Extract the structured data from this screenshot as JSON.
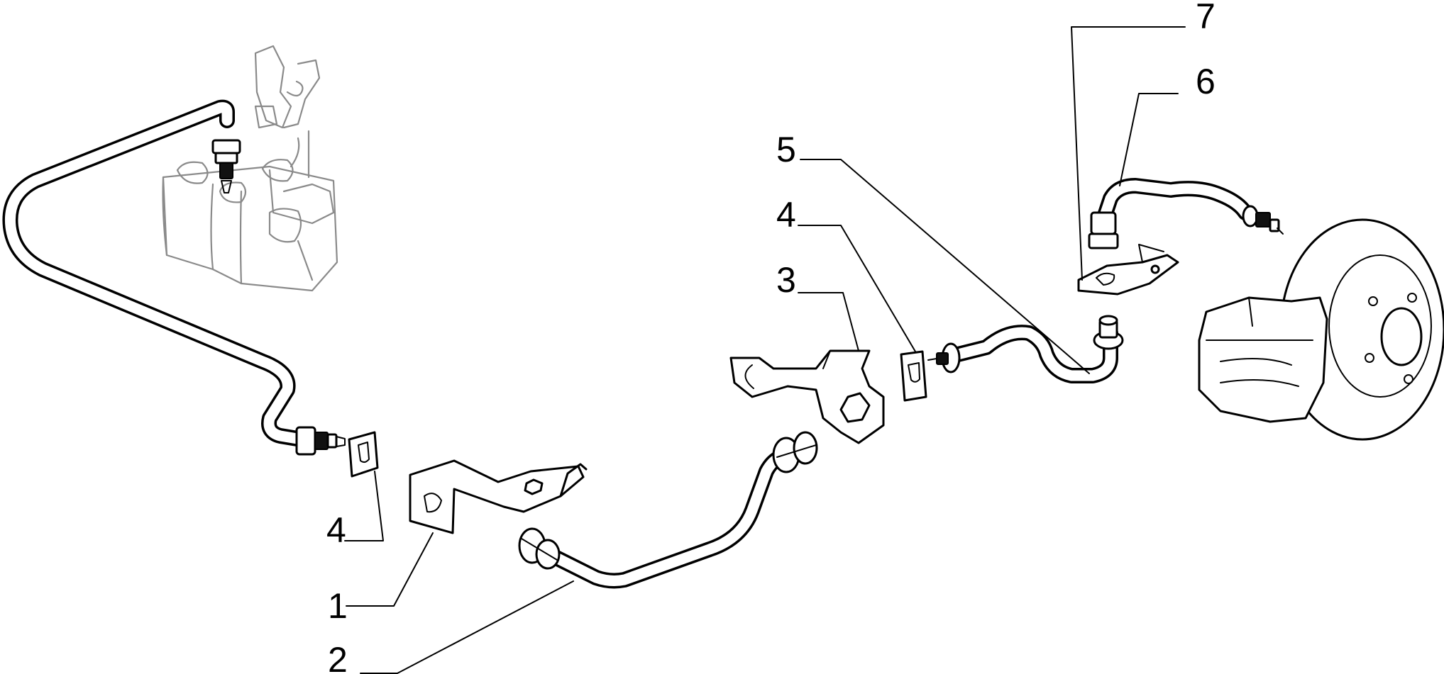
{
  "diagram": {
    "callouts": [
      {
        "id": "c1",
        "label": "1"
      },
      {
        "id": "c2",
        "label": "2"
      },
      {
        "id": "c3",
        "label": "3"
      },
      {
        "id": "c4a",
        "label": "4"
      },
      {
        "id": "c4b",
        "label": "4"
      },
      {
        "id": "c5",
        "label": "5"
      },
      {
        "id": "c6",
        "label": "6"
      },
      {
        "id": "c7",
        "label": "7"
      }
    ]
  }
}
